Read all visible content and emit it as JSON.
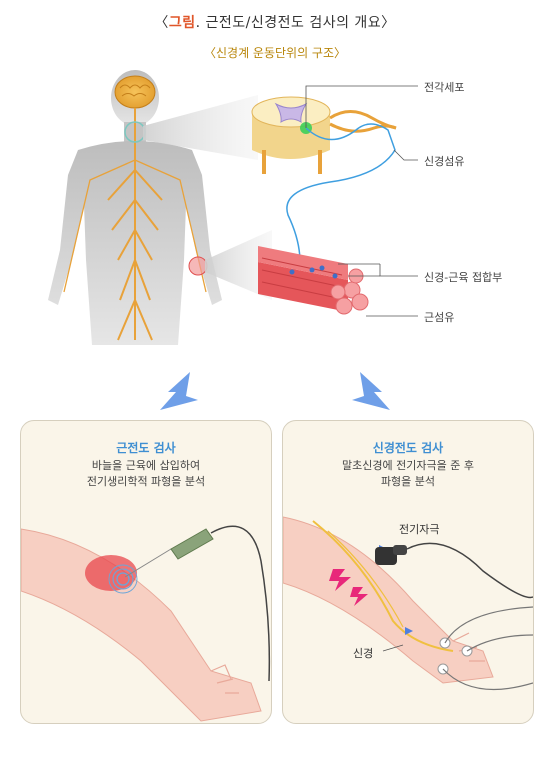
{
  "header": {
    "bracket_open": "〈",
    "title_accent": "그림",
    "title_rest": ". 근전도/신경전도 검사의 개요",
    "bracket_close": "〉",
    "subtitle": "〈신경계 운동단위의 구조〉"
  },
  "labels": {
    "anterior_horn_cell": "전각세포",
    "nerve_fiber": "신경섬유",
    "neuromuscular_junction": "신경-근육 접합부",
    "muscle_fiber": "근섬유"
  },
  "emg_panel": {
    "title": "근전도 검사",
    "line1": "바늘을 근육에 삽입하여",
    "line2": "전기생리학적 파형을 분석"
  },
  "ncs_panel": {
    "title": "신경전도 검사",
    "line1": "말초신경에 전기자극을 준 후",
    "line2": "파형을 분석",
    "electrode_label": "전기자극",
    "nerve_label": "신경"
  },
  "colors": {
    "title_accent": "#e0562a",
    "subtitle": "#b8860b",
    "panel_title": "#3f8fd2",
    "nerve_spine": "#e8a23a",
    "nerve_blue": "#3f9fe0",
    "muscle_red": "#e5565a",
    "arrow_blue": "#6f9fe8"
  }
}
